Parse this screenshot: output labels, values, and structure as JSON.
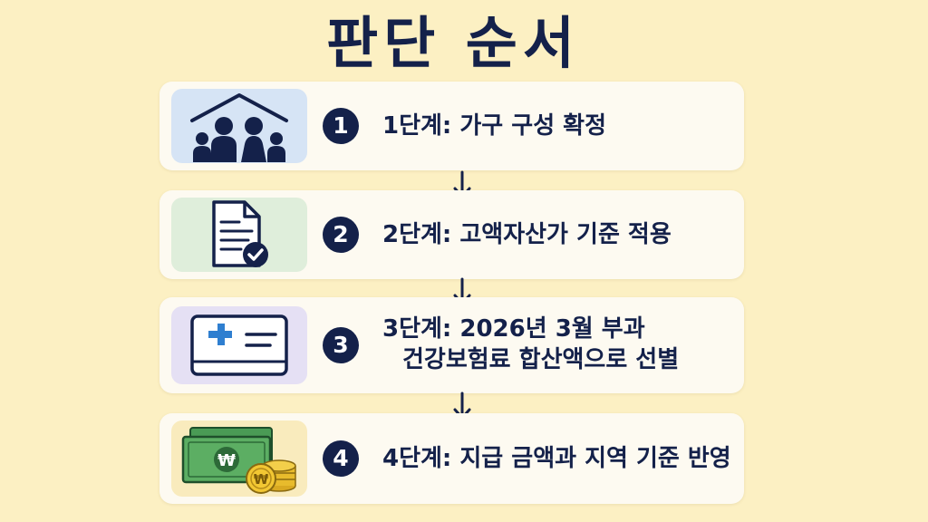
{
  "title": "판단 순서",
  "steps": [
    {
      "number": "1",
      "label": "1단계: 가구 구성 확정",
      "icon": "family-house-icon",
      "icon_bg": "#d6e4f5"
    },
    {
      "number": "2",
      "label": "2단계: 고액자산가 기준 적용",
      "icon": "document-check-icon",
      "icon_bg": "#dfeedb"
    },
    {
      "number": "3",
      "label_line1": "3단계: 2026년 3월 부과",
      "label_line2": "건강보험료 합산액으로 선별",
      "icon": "health-insurance-card-icon",
      "icon_bg": "#e5e0f4"
    },
    {
      "number": "4",
      "label": "4단계: 지급 금액과 지역 기준 반영",
      "icon": "money-coins-icon",
      "icon_bg": "#f9ebbd",
      "currency_symbol": "₩"
    }
  ],
  "colors": {
    "background": "#fcf0c3",
    "navy": "#14214a",
    "card": "#fdfaf1"
  }
}
